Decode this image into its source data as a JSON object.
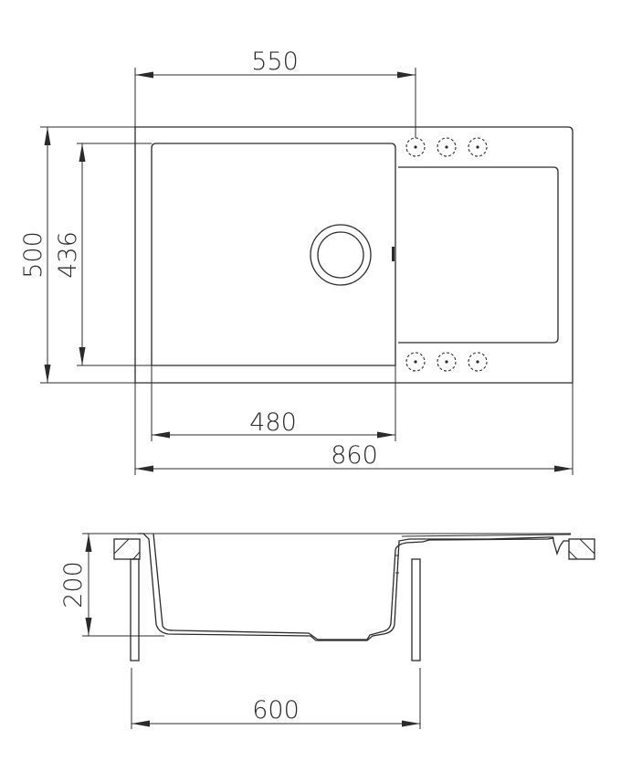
{
  "drawing": {
    "title": "Sink technical drawing",
    "units": "mm",
    "stroke_color": "#2b2b2b",
    "background": "#ffffff"
  },
  "top_view": {
    "dimensions": {
      "overall_width": "860",
      "tap_hole_offset": "550",
      "bowl_width": "480",
      "overall_depth": "500",
      "bowl_depth": "436"
    },
    "tap_holes_top_row": 3,
    "tap_holes_bottom_row": 3,
    "features": [
      "bowl",
      "drain-waste",
      "drainer",
      "tap-hole-knockouts"
    ]
  },
  "side_view": {
    "dimensions": {
      "bowl_height": "200",
      "cabinet_width": "600"
    },
    "features": [
      "sink-section-profile",
      "worktop-clips",
      "cabinet-walls-hatched"
    ]
  }
}
